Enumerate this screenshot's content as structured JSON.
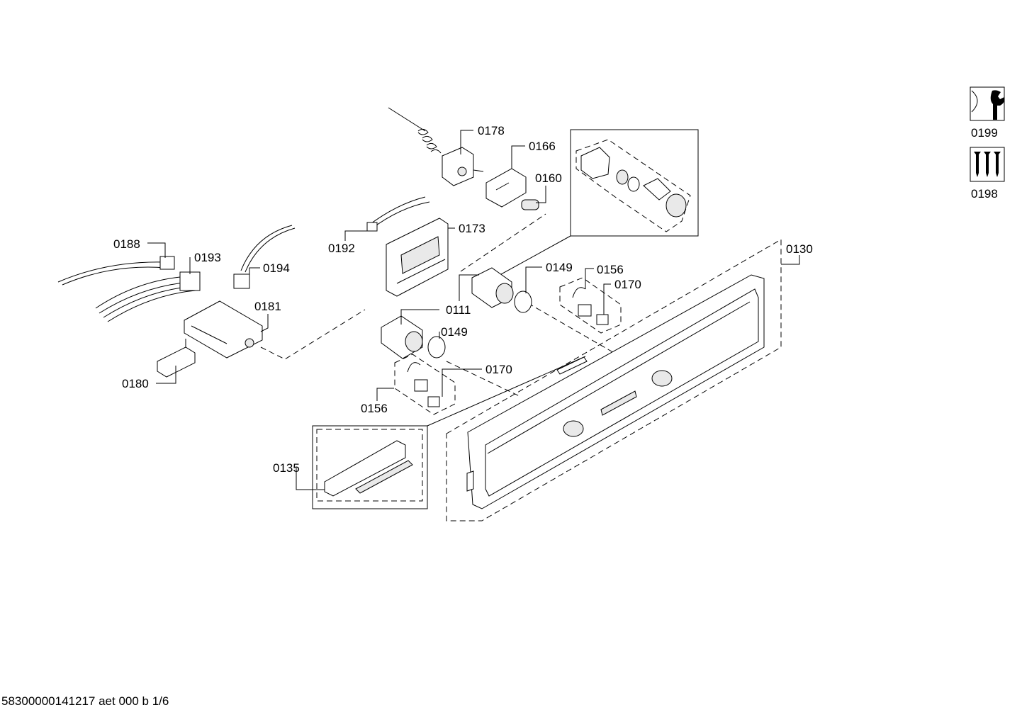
{
  "labels": {
    "p0178": "0178",
    "p0166": "0166",
    "p0160": "0160",
    "p0173": "0173",
    "p0192": "0192",
    "p0188": "0188",
    "p0193": "0193",
    "p0194": "0194",
    "p0181": "0181",
    "p0180": "0180",
    "p0111": "0111",
    "p0149a": "0149",
    "p0149b": "0149",
    "p0156a": "0156",
    "p0156b": "0156",
    "p0170a": "0170",
    "p0170b": "0170",
    "p0130": "0130",
    "p0135": "0135",
    "p0199": "0199",
    "p0198": "0198"
  },
  "icons": {
    "p0199": "wrench-icon",
    "p0198": "screws-icon"
  },
  "footer": "58300000141217 aet 000 b 1/6"
}
